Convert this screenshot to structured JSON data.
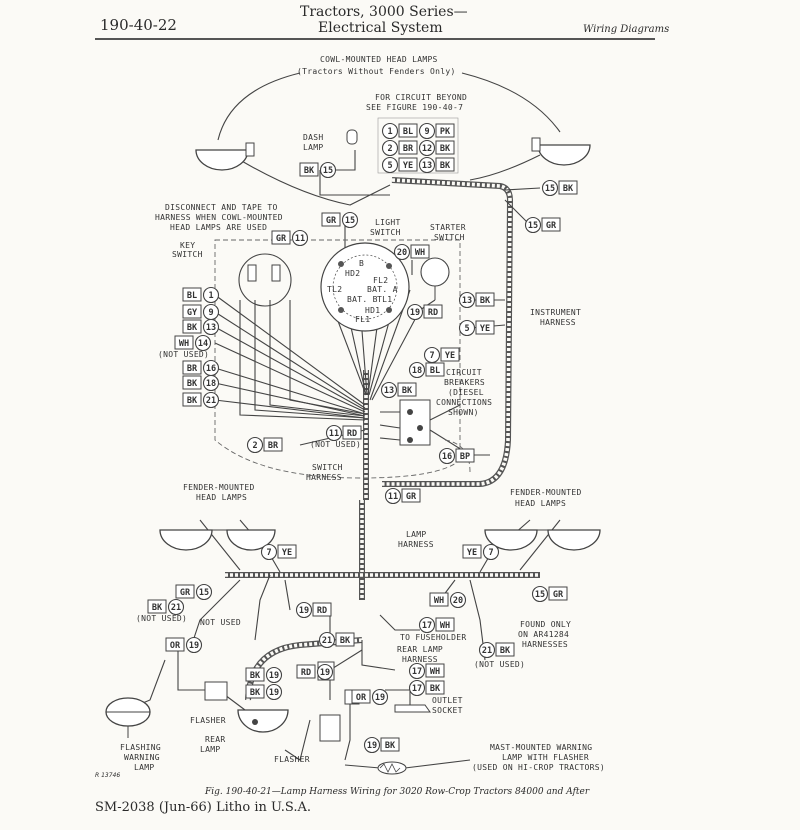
{
  "header": {
    "page_number": "190-40-22",
    "series": "Tractors, 3000 Series—",
    "subsystem": "Electrical System",
    "section": "Wiring Diagrams"
  },
  "caption": "Fig. 190-40-21—Lamp Harness Wiring for 3020 Row-Crop Tractors 84000 and After",
  "reference": "R 13746",
  "footer": "SM-2038   (Jun-66)   Litho in U.S.A.",
  "labels": {
    "cowl_lamps_1": "COWL-MOUNTED HEAD LAMPS",
    "cowl_lamps_2": "(Tractors Without Fenders Only)",
    "beyond_1": "FOR CIRCUIT BEYOND",
    "beyond_2": "SEE FIGURE 190-40-7",
    "dash_1": "DASH",
    "dash_2": "LAMP",
    "disc_1": "DISCONNECT AND TAPE TO",
    "disc_2": "HARNESS WHEN COWL-MOUNTED",
    "disc_3": "HEAD LAMPS ARE USED",
    "key_1": "KEY",
    "key_2": "SWITCH",
    "light_1": "LIGHT",
    "light_2": "SWITCH",
    "starter_1": "STARTER",
    "starter_2": "SWITCH",
    "instr_1": "INSTRUMENT",
    "instr_2": "HARNESS",
    "cb_1": "CIRCUIT",
    "cb_2": "BREAKERS",
    "cb_3": "(DIESEL",
    "cb_4": "CONNECTIONS",
    "cb_5": "SHOWN)",
    "not_used_a": "(NOT USED)",
    "not_used_b": "(NOT USED)",
    "not_used_c": "(NOT USED)",
    "not_used_d": "(NOT USED)",
    "not_used_e": "NOT USED",
    "switch_h_1": "SWITCH",
    "switch_h_2": "HARNESS",
    "fender_l_1": "FENDER-MOUNTED",
    "fender_l_2": "HEAD LAMPS",
    "fender_r_1": "FENDER-MOUNTED",
    "fender_r_2": "HEAD LAMPS",
    "lamp_h_1": "LAMP",
    "lamp_h_2": "HARNESS",
    "fuse": "TO FUSEHOLDER",
    "rear_h_1": "REAR LAMP",
    "rear_h_2": "HARNESS",
    "found_1": "FOUND ONLY",
    "found_2": "ON AR41284",
    "found_3": "HARNESSES",
    "outlet_1": "OUTLET",
    "outlet_2": "SOCKET",
    "flasher_a": "FLASHER",
    "flasher_b": "FLASHER",
    "rear_lamp_1": "REAR",
    "rear_lamp_2": "LAMP",
    "fwl_1": "FLASHING",
    "fwl_2": "WARNING",
    "fwl_3": "LAMP",
    "mast_1": "MAST-MOUNTED WARNING",
    "mast_2": "LAMP WITH FLASHER",
    "mast_3": "(USED ON HI-CROP TRACTORS)",
    "ls_hd2": "HD2",
    "ls_fl2": "FL2",
    "ls_tl2": "TL2",
    "ls_bata": "BAT. A",
    "ls_batb": "BAT. B",
    "ls_tl1": "TL1",
    "ls_hd1": "HD1",
    "ls_fl1": "FL1",
    "ls_b": "B"
  },
  "legend_table": [
    {
      "n": "1",
      "c": "BL"
    },
    {
      "n": "9",
      "c": "PK"
    },
    {
      "n": "2",
      "c": "BR"
    },
    {
      "n": "12",
      "c": "BK"
    },
    {
      "n": "5",
      "c": "YE"
    },
    {
      "n": "13",
      "c": "BK"
    }
  ],
  "wire_codes": [
    {
      "n": "15",
      "c": "BK"
    },
    {
      "n": "15",
      "c": "BK"
    },
    {
      "n": "15",
      "c": "GR"
    },
    {
      "n": "15",
      "c": "GR"
    },
    {
      "n": "11",
      "c": "GR"
    },
    {
      "n": "20",
      "c": "WH"
    },
    {
      "n": "1",
      "c": "BL"
    },
    {
      "n": "9",
      "c": "GY"
    },
    {
      "n": "13",
      "c": "BK"
    },
    {
      "n": "14",
      "c": "WH"
    },
    {
      "n": "16",
      "c": "BR"
    },
    {
      "n": "18",
      "c": "BK"
    },
    {
      "n": "21",
      "c": "BK"
    },
    {
      "n": "19",
      "c": "RD"
    },
    {
      "n": "13",
      "c": "BK"
    },
    {
      "n": "5",
      "c": "YE"
    },
    {
      "n": "7",
      "c": "YE"
    },
    {
      "n": "18",
      "c": "BL"
    },
    {
      "n": "13",
      "c": "BK"
    },
    {
      "n": "2",
      "c": "BR"
    },
    {
      "n": "11",
      "c": "RD"
    },
    {
      "n": "16",
      "c": "BP"
    },
    {
      "n": "11",
      "c": "GR"
    },
    {
      "n": "7",
      "c": "YE"
    },
    {
      "n": "7",
      "c": "YE"
    },
    {
      "n": "15",
      "c": "GR"
    },
    {
      "n": "15",
      "c": "GR"
    },
    {
      "n": "21",
      "c": "BK"
    },
    {
      "n": "19",
      "c": "RD"
    },
    {
      "n": "20",
      "c": "WH"
    },
    {
      "n": "17",
      "c": "WH"
    },
    {
      "n": "21",
      "c": "BK"
    },
    {
      "n": "21",
      "c": "BK"
    },
    {
      "n": "19",
      "c": "OR"
    },
    {
      "n": "17",
      "c": "WH"
    },
    {
      "n": "17",
      "c": "BK"
    },
    {
      "n": "19",
      "c": "RD"
    },
    {
      "n": "19",
      "c": "BK"
    },
    {
      "n": "19",
      "c": "OR"
    },
    {
      "n": "19",
      "c": "BK"
    },
    {
      "n": "19",
      "c": "BK"
    }
  ]
}
